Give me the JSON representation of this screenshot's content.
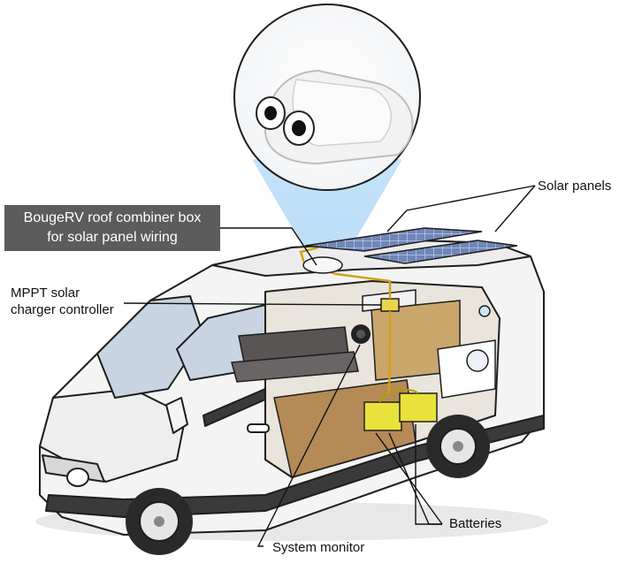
{
  "labels": {
    "combiner_box_line1": "BougeRV roof combiner box",
    "combiner_box_line2": "for solar panel wiring",
    "mppt_line1": "MPPT solar",
    "mppt_line2": "charger controller",
    "solar_panels": "Solar panels",
    "batteries": "Batteries",
    "system_monitor": "System monitor"
  },
  "colors": {
    "callout_bg": "#5c5c5c",
    "van_body": "#f4f4f4",
    "outline": "#1e1e1e",
    "stripe": "#3a3a3a",
    "glass": "#c9d4e3",
    "solar_panel": "#6f86b8",
    "battery": "#e9e23a",
    "wood": "#c9a66b",
    "cushion": "#5a5555",
    "beam": "#8fc6f0"
  },
  "icons": [
    "combiner-box-icon",
    "solar-panel-icon",
    "battery-icon",
    "monitor-icon",
    "mppt-controller-icon"
  ]
}
